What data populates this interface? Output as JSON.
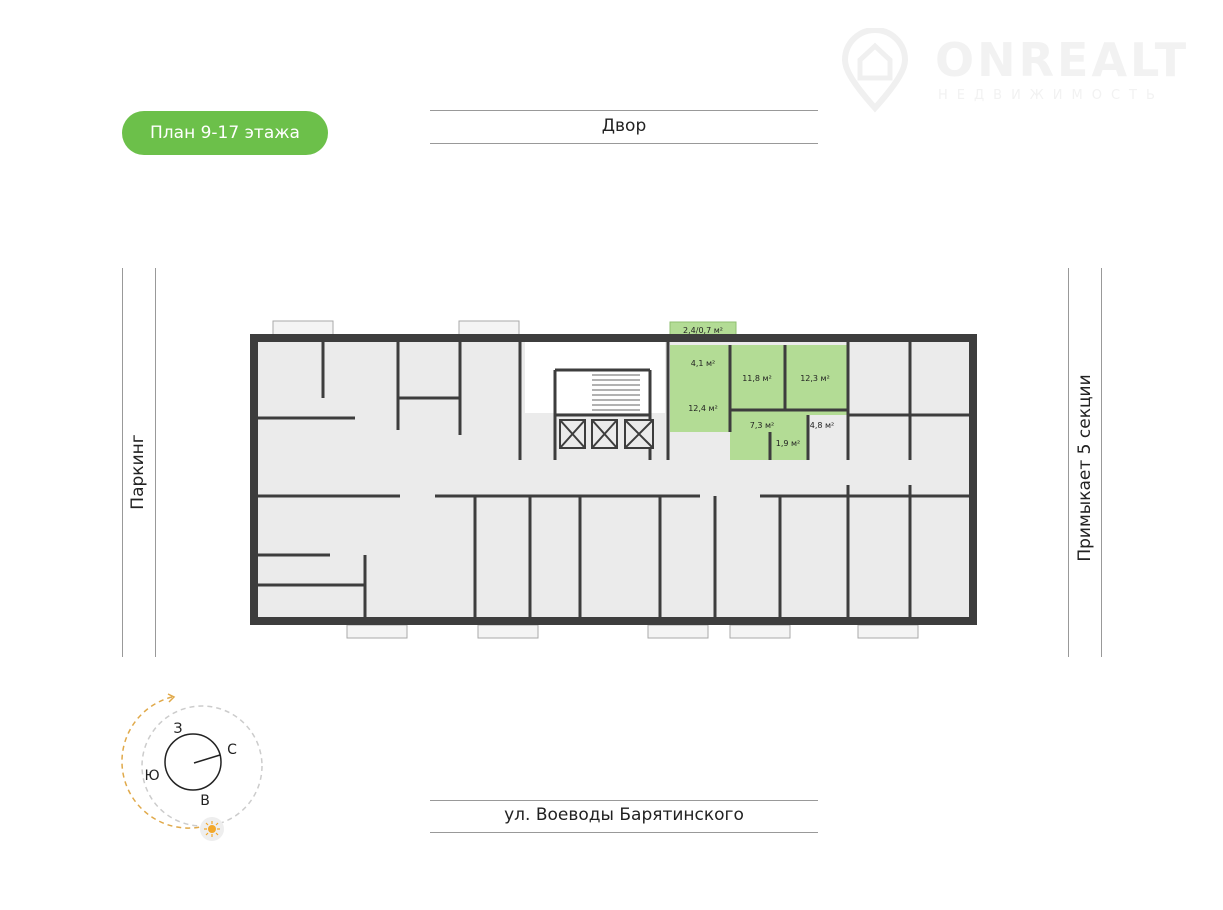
{
  "plan_label": "План 9-17 этажа",
  "watermark": {
    "brand": "ONREALT",
    "tagline": "НЕДВИЖИМОСТЬ"
  },
  "sides": {
    "top": "Двор",
    "bottom": "ул. Воеводы Барятинского",
    "left": "Паркинг",
    "right": "Примыкает 5 секции"
  },
  "compass": {
    "north": "С",
    "south": "Ю",
    "east": "В",
    "west": "З"
  },
  "highlighted_apartment": {
    "color": "#b3dc95",
    "rooms": [
      {
        "name": "balcony",
        "area": "2,4/0,7 м²"
      },
      {
        "name": "hall",
        "area": "4,1 м²"
      },
      {
        "name": "kitchen-living",
        "area": "12,4 м²"
      },
      {
        "name": "bedroom-1",
        "area": "11,8 м²"
      },
      {
        "name": "bedroom-2",
        "area": "12,3 м²"
      },
      {
        "name": "corridor",
        "area": "7,3 м²"
      },
      {
        "name": "wc",
        "area": "1,9 м²"
      },
      {
        "name": "bathroom",
        "area": "4,8 м²"
      }
    ]
  }
}
